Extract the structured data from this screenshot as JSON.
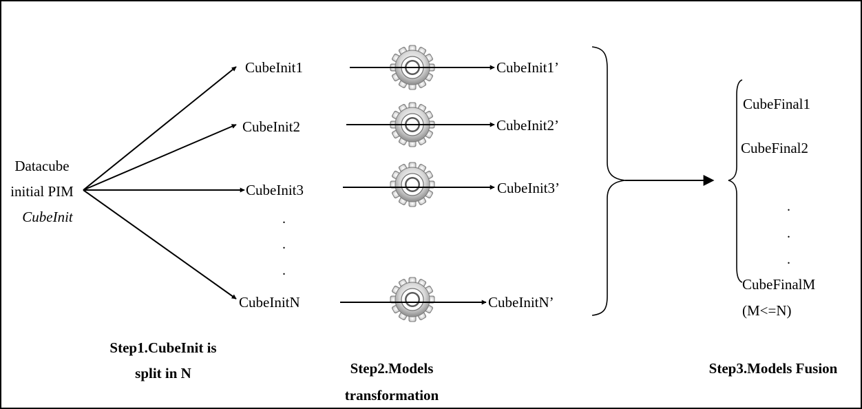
{
  "source": {
    "line1": "Datacube",
    "line2": "initial PIM",
    "line3": "CubeInit"
  },
  "splits": [
    {
      "init": "CubeInit1",
      "transformed": "CubeInit1’"
    },
    {
      "init": "CubeInit2",
      "transformed": "CubeInit2’"
    },
    {
      "init": "CubeInit3",
      "transformed": "CubeInit3’"
    },
    {
      "init": "CubeInitN",
      "transformed": "CubeInitN’"
    }
  ],
  "finals": {
    "final1": "CubeFinal1",
    "final2": "CubeFinal2",
    "finalM": "CubeFinalM",
    "condition": "(M<=N)"
  },
  "ellipsis_dot": ".",
  "steps": {
    "step1_line1": "Step1.CubeInit is",
    "step1_line2": "split in N",
    "step2_line1": "Step2.Models",
    "step2_line2": "transformation",
    "step3": "Step3.Models Fusion"
  },
  "colors": {
    "border": "#000000",
    "gear_light": "#f2f2f2",
    "gear_dark": "#8c8c8c"
  },
  "icons": [
    "gear-icon"
  ]
}
